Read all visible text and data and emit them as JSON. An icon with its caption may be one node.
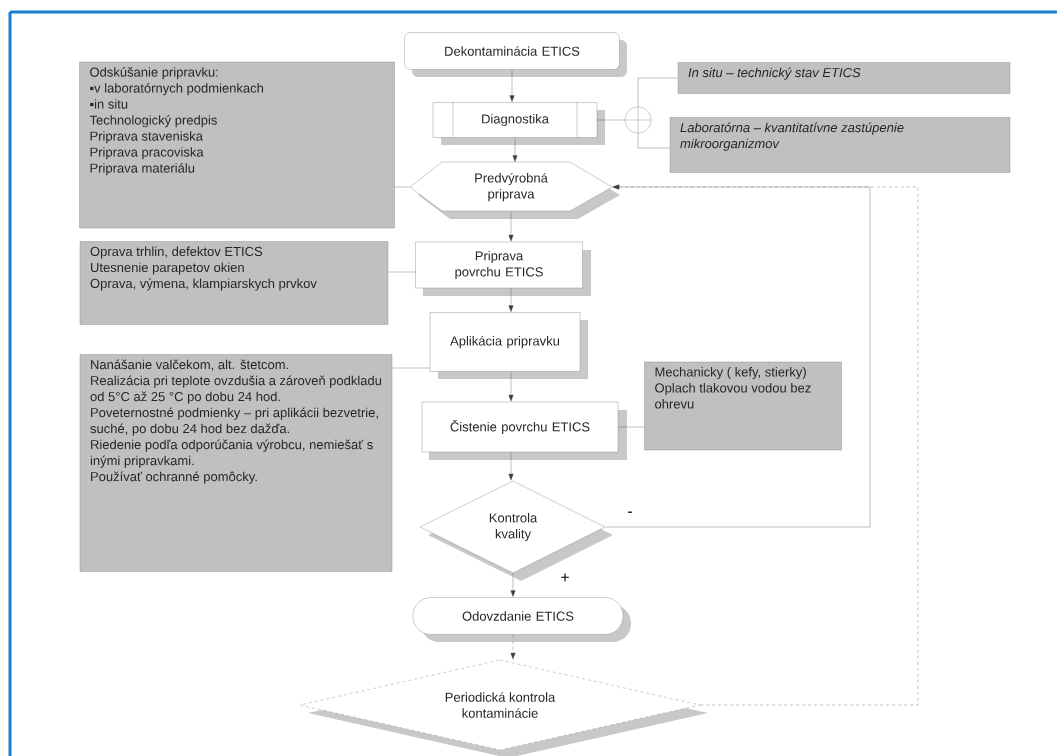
{
  "diagram": {
    "nodes": [
      {
        "text": [
          "Dekontaminácia ETICS"
        ]
      },
      {
        "text": [
          "Diagnostika"
        ]
      },
      {
        "text": [
          "In situ – technický stav ETICS"
        ]
      },
      {
        "text": [
          "Laboratórna – kvantitatívne zastúpenie mikroorganizmov"
        ]
      },
      {
        "text": [],
        "shape": "circle"
      },
      {
        "text": [
          "Predvýrobná priprava"
        ]
      },
      {
        "text": [
          "Odskúšanie pripravku:",
          "▪v laboratórnych podmienkach",
          "▪in situ",
          "Technologický predpis",
          "Priprava staveniska",
          "Priprava pracoviska",
          "Priprava materiálu"
        ]
      },
      {
        "text": [
          "Priprava povrchu ETICS"
        ]
      },
      {
        "text": [
          "Oprava trhlin, defektov ETICS",
          "Utesnenie parapetov okien",
          "Oprava, výmena, klampiarskych prvkov"
        ]
      },
      {
        "text": [
          "Aplikácia pripravku"
        ]
      },
      {
        "text": [
          "Nanášanie valčekom, alt. štetcom.",
          "Realizácia pri teplote ovzdušia a zároveň podkladu od 5°C až 25 °C po dobu 24 hod.",
          "Poveternostné podmienky – pri aplikácii bezvetrie, suché, po dobu 24 hod bez dažďa.",
          "Riedenie podľa odporúčania výrobcu, nemiešať s inými pripravkami.",
          "Používať ochranné pomôcky."
        ]
      },
      {
        "text": [
          "Čistenie povrchu ETICS"
        ]
      },
      {
        "text": [
          "Mechanicky ( kefy, stierky)",
          "Oplach tlakovou vodou bez ohrevu"
        ]
      },
      {
        "text": [
          "Kontrola kvality"
        ]
      },
      {
        "text": [
          "Odovzdanie ETICS"
        ]
      },
      {
        "text": [
          "Periodická kontrola kontaminácie"
        ]
      }
    ],
    "edges": [
      {
        "from": 0,
        "to": 1,
        "arrow": "to"
      },
      {
        "from": 1,
        "to": 4,
        "arrow": "none"
      },
      {
        "from": 4,
        "to": 2,
        "arrow": "none"
      },
      {
        "from": 4,
        "to": 3,
        "arrow": "none"
      },
      {
        "from": 6,
        "to": 5,
        "arrow": "none"
      },
      {
        "from": 1,
        "to": 5,
        "arrow": "to"
      },
      {
        "from": 5,
        "to": 7,
        "arrow": "to"
      },
      {
        "from": 8,
        "to": 7,
        "arrow": "none"
      },
      {
        "from": 7,
        "to": 9,
        "arrow": "to"
      },
      {
        "from": 10,
        "to": 9,
        "arrow": "none"
      },
      {
        "from": 9,
        "to": 11,
        "arrow": "to"
      },
      {
        "from": 11,
        "to": 12,
        "arrow": "none"
      },
      {
        "from": 11,
        "to": 13,
        "arrow": "to"
      },
      {
        "from": 13,
        "to": 5,
        "arrow": "to",
        "label": "-"
      },
      {
        "from": 13,
        "to": 14,
        "arrow": "to",
        "label": "+"
      },
      {
        "from": 14,
        "to": 15,
        "arrow": "to",
        "style": "dashed"
      },
      {
        "from": 15,
        "to": 5,
        "arrow": "to",
        "style": "dashed"
      }
    ]
  }
}
